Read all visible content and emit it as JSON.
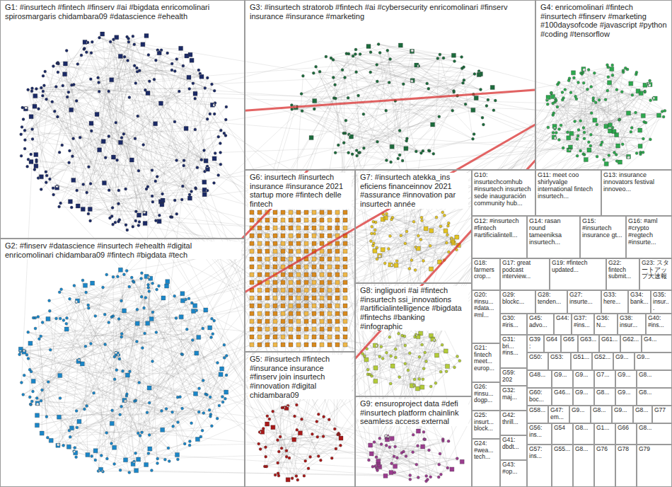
{
  "diagram": {
    "nodes": [
      {
        "text": [
          "G1: #insurtech #fintech #finserv #ai #bigdata enricomolinari spirosmargaris chidambara09 #datascience #ehealth"
        ]
      },
      {
        "text": [
          "G3: #insurtech stratorob #fintech #ai #cybersecurity enricomolinari #finserv insurance #insurance #marketing"
        ]
      },
      {
        "text": [
          "G4: enricomolinari #fintech #insurtech #finserv #marketing #100daysofcode #javascript #python #coding #tensorflow"
        ]
      },
      {
        "text": [
          "G2: #finserv #datascience #insurtech #ehealth #digital enricomolinari chidambara09 #fintech #bigdata #tech"
        ]
      },
      {
        "text": [
          "G6: insurtech #insurtech insurance #insurance 2021 startup more #fintech delle fintech"
        ]
      },
      {
        "text": [
          "G7: #insurtech atekka_ins eficiens financeinnov 2021 #assurance #innovation par insurtech année"
        ]
      },
      {
        "text": [
          "G8: ingliguori #ai #fintech #insurtech ssi_innovations #artificialintelligence #bigdata #fintechs #banking #infographic"
        ]
      },
      {
        "text": [
          "G5: #insurtech #fintech #insurance insurance #finserv join insurtech #innovation #digital chidambara09"
        ]
      },
      {
        "text": [
          "G9: ensuroproject data #defi #insurtech platform chainlink seamless access external"
        ]
      },
      {
        "text": [
          "G10: insurtechcomhub #insurtech insurtech sede inauguración community hub..."
        ]
      },
      {
        "text": [
          "G11: meet coo shirlyvalge international fintech insurtech..."
        ]
      },
      {
        "text": [
          "G13: insurance innovators festival innoveo..."
        ]
      },
      {
        "text": [
          "G12: #insurtech #fintech #artificialintell..."
        ]
      },
      {
        "text": [
          "G14: rasan round tameeniksa insurtech..."
        ]
      },
      {
        "text": [
          "G15: #insurtech insurance gt..."
        ]
      },
      {
        "text": [
          "G16: #aml #crypto #regtech #insurte..."
        ]
      },
      {
        "text": [
          "G18: farmers crop..."
        ]
      },
      {
        "text": [
          "G17: great podcast interview..."
        ]
      },
      {
        "text": [
          "G19: #fintech updated..."
        ]
      },
      {
        "text": [
          "G22: fintech submit..."
        ]
      },
      {
        "text": [
          "G23: スタートアップ大速報"
        ]
      },
      {
        "text": [
          "G20: #insu... #data... #ml..."
        ]
      },
      {
        "text": [
          "G29: blockc..."
        ]
      },
      {
        "text": [
          "G28: tenden..."
        ]
      },
      {
        "text": [
          "G27: insurte..."
        ]
      },
      {
        "text": [
          "G33: here..."
        ]
      },
      {
        "text": [
          "G34: bank..."
        ]
      },
      {
        "text": [
          "G35: insur..."
        ]
      },
      {
        "text": [
          "G30: #iris..."
        ]
      },
      {
        "text": [
          "G45: advo..."
        ]
      },
      {
        "text": [
          "G44:"
        ]
      },
      {
        "text": [
          "G37: #ins..."
        ]
      },
      {
        "text": [
          "G36: N..."
        ]
      },
      {
        "text": [
          "G38: insur..."
        ]
      },
      {
        "text": [
          "G40: #ins..."
        ]
      },
      {
        "text": [
          "G21: fintech meet... europ..."
        ]
      },
      {
        "text": [
          "G31: bri... #ins..."
        ]
      },
      {
        "text": [
          "G39:"
        ]
      },
      {
        "text": [
          "G64"
        ]
      },
      {
        "text": [
          "G65"
        ]
      },
      {
        "text": [
          "G63..."
        ]
      },
      {
        "text": [
          "G61..."
        ]
      },
      {
        "text": [
          "G62..."
        ]
      },
      {
        "text": [
          "G4..."
        ]
      },
      {
        "text": [
          "G50:"
        ]
      },
      {
        "text": [
          "G53:"
        ]
      },
      {
        "text": [
          "G51..."
        ]
      },
      {
        "text": [
          "G52..."
        ]
      },
      {
        "text": [
          "G9..."
        ]
      },
      {
        "text": [
          "G9..."
        ]
      },
      {
        "text": [
          "G59: 202"
        ]
      },
      {
        "text": [
          "G48..."
        ]
      },
      {
        "text": [
          "G9..."
        ]
      },
      {
        "text": [
          "G9..."
        ]
      },
      {
        "text": [
          "G7..."
        ]
      },
      {
        "text": [
          "G9..."
        ]
      },
      {
        "text": [
          "G8..."
        ]
      },
      {
        "text": [
          "G26: #insu... dogp..."
        ]
      },
      {
        "text": [
          "G32: maj..."
        ]
      },
      {
        "text": [
          "G60: boc..."
        ]
      },
      {
        "text": [
          "G46..."
        ]
      },
      {
        "text": [
          "G9..."
        ]
      },
      {
        "text": [
          "G8..."
        ]
      },
      {
        "text": [
          "G9..."
        ]
      },
      {
        "text": [
          "G8..."
        ]
      },
      {
        "text": [
          "G58..."
        ]
      },
      {
        "text": [
          "G47: em..."
        ]
      },
      {
        "text": [
          "G9..."
        ]
      },
      {
        "text": [
          "G8..."
        ]
      },
      {
        "text": [
          "G9..."
        ]
      },
      {
        "text": [
          "G8..."
        ]
      },
      {
        "text": [
          "G77"
        ]
      },
      {
        "text": [
          "G25: insurt... block..."
        ]
      },
      {
        "text": [
          "G42: thrill..."
        ]
      },
      {
        "text": [
          "G56: ins..."
        ]
      },
      {
        "text": [
          "G54"
        ]
      },
      {
        "text": [
          "G8..."
        ]
      },
      {
        "text": [
          "G1..."
        ]
      },
      {
        "text": [
          "G66"
        ]
      },
      {
        "text": [
          "G8..."
        ]
      },
      {
        "text": [
          "G41: dbdt..."
        ]
      },
      {
        "text": [
          "G24: #wea... tech..."
        ]
      },
      {
        "text": [
          "G57: ins..."
        ]
      },
      {
        "text": [
          "G55..."
        ]
      },
      {
        "text": [
          "G8..."
        ]
      },
      {
        "text": [
          "G76"
        ]
      },
      {
        "text": [
          "G78"
        ]
      },
      {
        "text": [
          "G79"
        ]
      },
      {
        "text": [
          "G43: #op..."
        ]
      }
    ],
    "edges": [
      {
        "from": 0,
        "to": 2,
        "arrow": "none"
      },
      {
        "from": 3,
        "to": 2,
        "arrow": "none"
      },
      {
        "from": 7,
        "to": 2,
        "arrow": "none"
      },
      {
        "from": 3,
        "to": 1,
        "arrow": "none"
      }
    ]
  }
}
